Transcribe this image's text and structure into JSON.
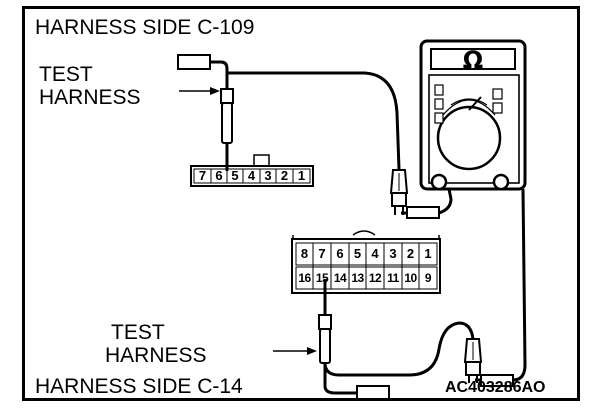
{
  "labels": {
    "top_title": "HARNESS SIDE C-109",
    "bottom_title": "HARNESS SIDE C-14",
    "test_harness_top": [
      "TEST",
      "HARNESS"
    ],
    "test_harness_bottom": [
      "TEST",
      "HARNESS"
    ],
    "figure_code": "AC403286AO"
  },
  "connector_c109": {
    "pins": [
      "7",
      "6",
      "5",
      "4",
      "3",
      "2",
      "1"
    ]
  },
  "connector_c14": {
    "top_row": [
      "8",
      "7",
      "6",
      "5",
      "4",
      "3",
      "2",
      "1"
    ],
    "bottom_row": [
      "16",
      "15",
      "14",
      "13",
      "12",
      "11",
      "10",
      "9"
    ]
  },
  "multimeter": {
    "mode_symbol": "Ω"
  }
}
